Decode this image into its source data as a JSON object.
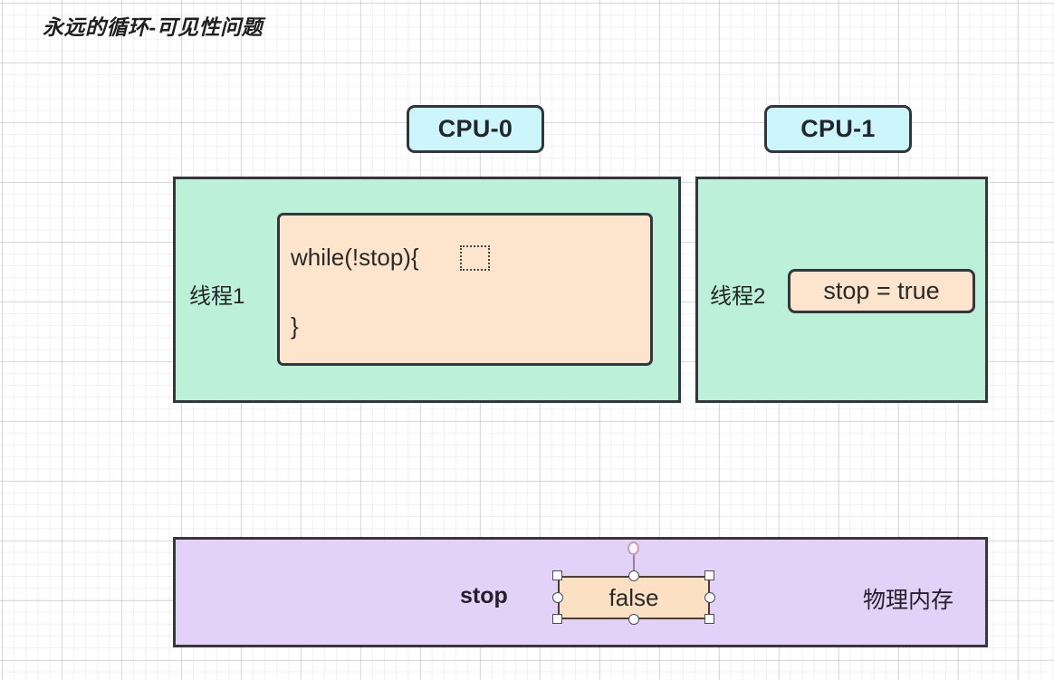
{
  "title": "永远的循环-可见性问题",
  "colors": {
    "cpu_fill": "#ccf6fb",
    "thread_fill": "#bdf0d8",
    "code_fill": "#fde4cc",
    "memory_fill": "#e2d2f7",
    "stroke": "#33373b",
    "grid_line": "#aaaab4"
  },
  "cpus": [
    {
      "label": "CPU-0"
    },
    {
      "label": "CPU-1"
    }
  ],
  "threads": [
    {
      "label": "线程1",
      "code": {
        "line1": "while(!stop){",
        "line2": "}",
        "placeholder": ""
      }
    },
    {
      "label": "线程2",
      "statement": "stop  =  true"
    }
  ],
  "memory": {
    "variable_label": "stop",
    "variable_value": "false",
    "region_label": "物理内存",
    "selection": {
      "selected": true,
      "handles": [
        "top-left",
        "top-center",
        "top-right",
        "middle-left",
        "middle-right",
        "bottom-left",
        "bottom-center",
        "bottom-right"
      ],
      "rotation_handle": "rotate-handle"
    }
  }
}
